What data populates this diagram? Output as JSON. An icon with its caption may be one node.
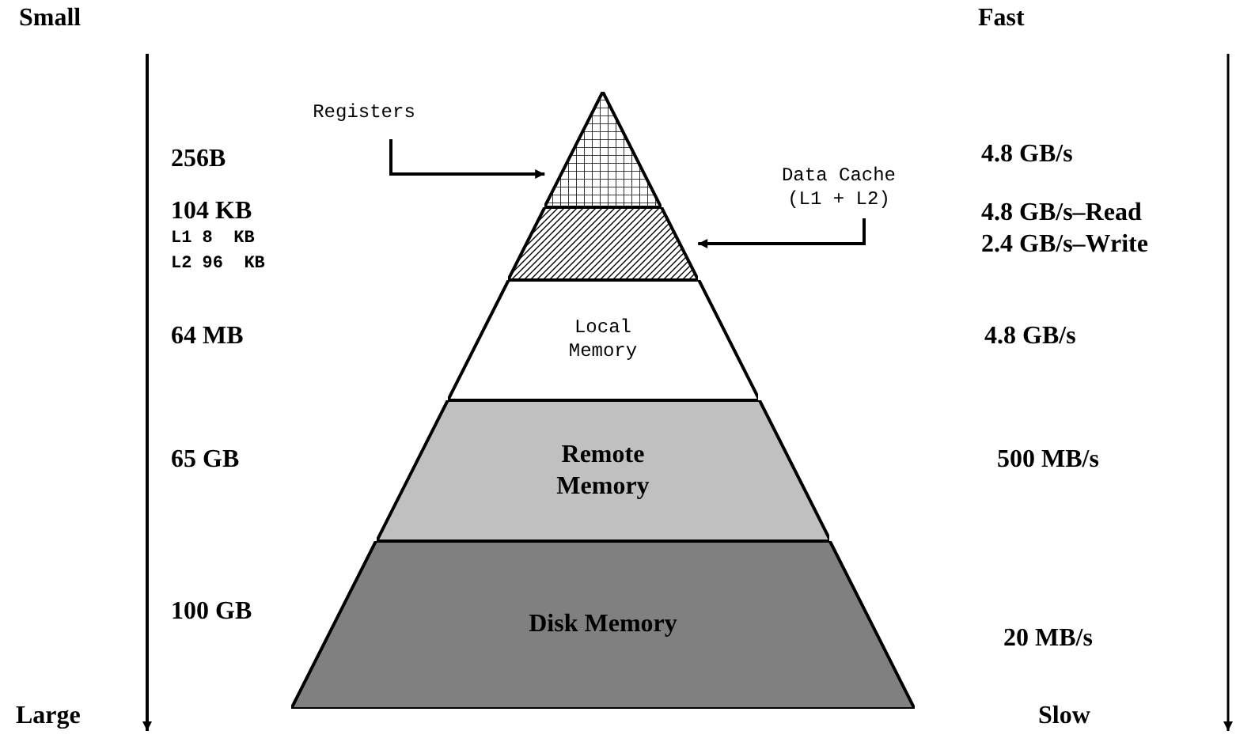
{
  "diagram": {
    "nodes": [
      {
        "text": [
          "Registers"
        ]
      },
      {
        "text": [],
        "shape": "triangle"
      },
      {
        "text": [
          "Data Cache (L1 + L2)"
        ]
      },
      {
        "text": [],
        "shape": "trapezoid"
      },
      {
        "text": [
          "Local Memory"
        ]
      },
      {
        "text": [
          "Remote Memory"
        ]
      },
      {
        "text": [
          "Disk Memory"
        ]
      }
    ],
    "edges": [
      {
        "from": 0,
        "to": 1,
        "arrow": "to"
      },
      {
        "from": 2,
        "to": 3,
        "arrow": "to"
      }
    ],
    "labels": [
      "Small",
      "Fast",
      "256B",
      "4.8 GB/s",
      "104 KB",
      "L1 8  KB",
      "L2 96  KB",
      "4.8 GB/s–Read",
      "2.4 GB/s–Write",
      "64 MB",
      "4.8 GB/s",
      "65 GB",
      "500 MB/s",
      "100 GB",
      "20 MB/s",
      "Large",
      "Slow"
    ]
  }
}
